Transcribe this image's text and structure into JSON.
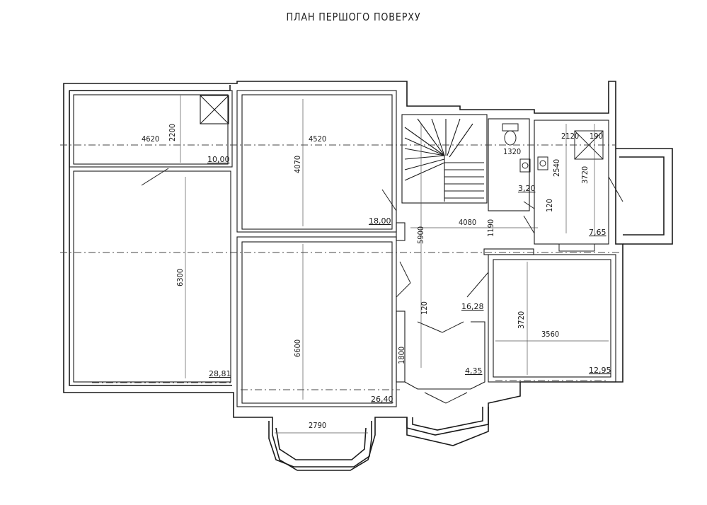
{
  "title": "ПЛАН ПЕРШОГО ПОВЕРХУ",
  "rooms": [
    {
      "id": "room-top-left",
      "area": "10,00",
      "dims": [
        "4620",
        "2200"
      ]
    },
    {
      "id": "room-left-large",
      "area": "28,81",
      "dims": [
        "6300"
      ]
    },
    {
      "id": "room-top-middle",
      "area": "18,00",
      "dims": [
        "4520",
        "4070"
      ]
    },
    {
      "id": "room-bottom-middle",
      "area": "26,40",
      "dims": [
        "6600",
        "2790"
      ]
    },
    {
      "id": "room-toilet",
      "area": "3,20",
      "dims": [
        "1320"
      ]
    },
    {
      "id": "room-bath",
      "area": "7,65",
      "dims": [
        "2120",
        "190",
        "2540",
        "3720",
        "120"
      ]
    },
    {
      "id": "room-hall",
      "area": "16,28",
      "dims": [
        "5900",
        "4080",
        "1190",
        "120"
      ]
    },
    {
      "id": "room-vestibule",
      "area": "4,35",
      "dims": [
        "1800"
      ]
    },
    {
      "id": "room-bottom-right",
      "area": "12,95",
      "dims": [
        "3720",
        "3560"
      ]
    }
  ]
}
